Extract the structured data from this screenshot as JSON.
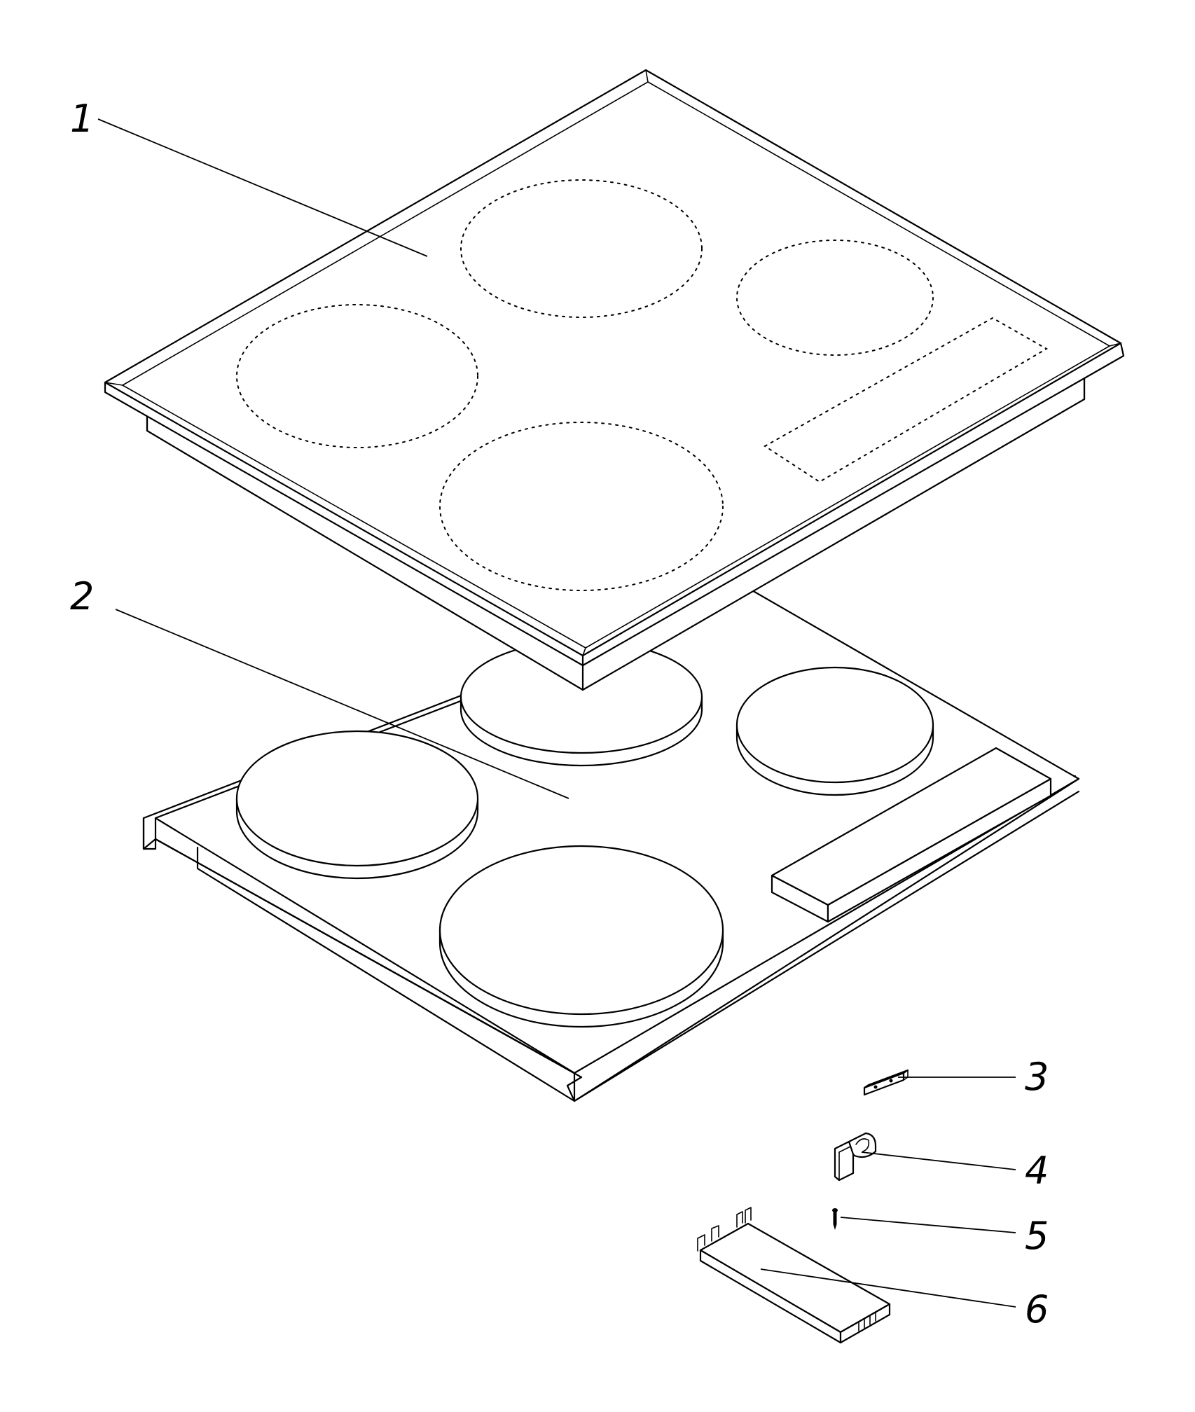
{
  "diagram": {
    "kind": "exploded parts drawing",
    "parts": [
      {
        "number": "1",
        "component": "glass-ceramic-top"
      },
      {
        "number": "2",
        "component": "hob-base-with-heating-elements"
      },
      {
        "number": "3",
        "component": "flat-bracket"
      },
      {
        "number": "4",
        "component": "clip"
      },
      {
        "number": "5",
        "component": "screw"
      },
      {
        "number": "6",
        "component": "cover-plate"
      }
    ]
  }
}
